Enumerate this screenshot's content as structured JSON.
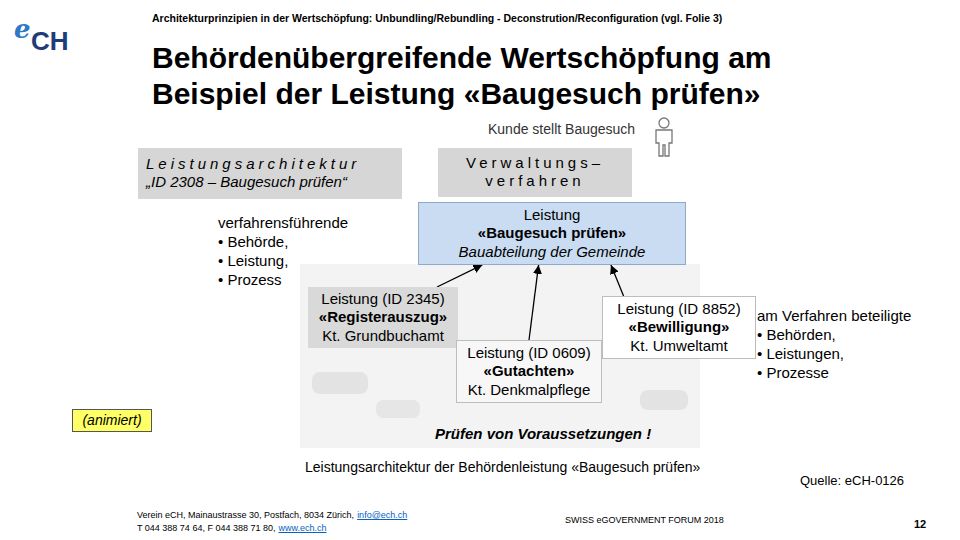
{
  "diagram": {
    "title": "Behördenübergreifende Wertschöpfung am Beispiel der Leistung «Baugesuch prüfen»",
    "caption": "Leistungsarchitektur der Behördenleistung «Baugesuch prüfen»",
    "nodes": [
      {
        "text": [
          "Leistungsarchitektur",
          "„ID 2308 – Baugesuch prüfen“"
        ]
      },
      {
        "text": [
          "Verwaltungs– verfahren"
        ]
      },
      {
        "text": [
          "Leistung",
          "«Baugesuch prüfen»",
          "Bauabteilung der Gemeinde"
        ]
      },
      {
        "text": [
          "Leistung (ID 2345)",
          "«Registerauszug»",
          "Kt. Grundbuchamt"
        ]
      },
      {
        "text": [
          "Leistung (ID 0609)",
          "«Gutachten»",
          "Kt. Denkmalpflege"
        ]
      },
      {
        "text": [
          "Leistung (ID 8852)",
          "«Bewilligung»",
          "Kt. Umweltamt"
        ]
      },
      {
        "text": [
          "(animiert)"
        ]
      }
    ],
    "edges": [
      {
        "from": 3,
        "to": 2,
        "arrow": "to"
      },
      {
        "from": 4,
        "to": 2,
        "arrow": "to"
      },
      {
        "from": 5,
        "to": 2,
        "arrow": "to"
      }
    ],
    "labels": [
      "e",
      "CH",
      "Architekturprinzipien in der Wertschöpfung: Unbundling/Rebundling - Deconstrution/Reconfiguration (vgl. Folie 3)",
      "Kunde stellt Baugesuch",
      "verfahrensführende",
      "• Behörde,",
      "• Leistung,",
      "• Prozess",
      "am Verfahren beteiligte",
      "• Behörden,",
      "• Leistungen,",
      "• Prozesse",
      "Prüfen von Voraussetzungen !",
      "Quelle: eCH-0126",
      "Verein eCH, Mainaustrasse 30, Postfach, 8034 Zürich,",
      "info@ech.ch",
      "T 044 388 74 64, F 044 388 71 80,",
      "www.ech.ch",
      "SWISS eGOVERNMENT FORUM 2018",
      "12"
    ]
  }
}
